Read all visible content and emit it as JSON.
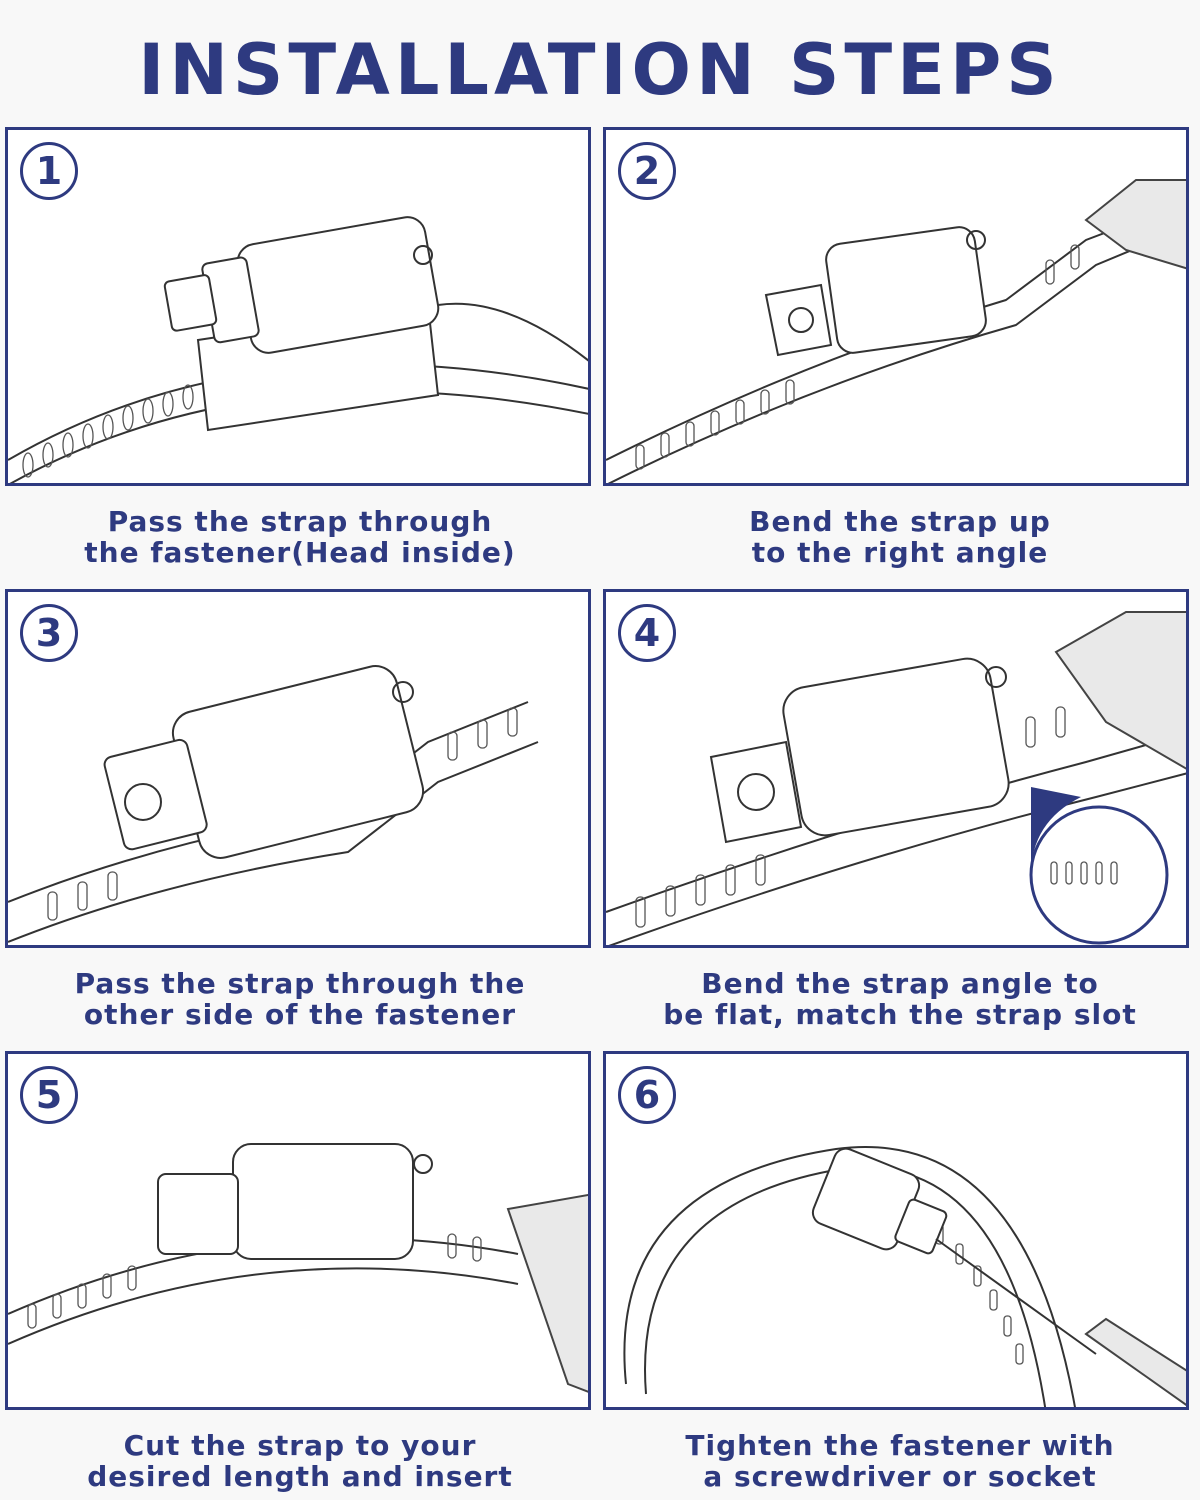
{
  "title": "INSTALLATION STEPS",
  "steps": [
    {
      "number": "1",
      "line1": "Pass the strap through",
      "line2": "the fastener(Head inside)"
    },
    {
      "number": "2",
      "line1": "Bend the strap up",
      "line2": "to the right angle"
    },
    {
      "number": "3",
      "line1": "Pass the strap through the",
      "line2": "other side of the fastener"
    },
    {
      "number": "4",
      "line1": "Bend the strap angle to",
      "line2": "be flat, match the strap slot"
    },
    {
      "number": "5",
      "line1": "Cut the strap to your",
      "line2": "desired length and insert"
    },
    {
      "number": "6",
      "line1": "Tighten the fastener with",
      "line2": "a screwdriver or socket"
    }
  ],
  "colors": {
    "accent": "#2e3a80",
    "background": "#f8f8f8",
    "panel": "#ffffff"
  }
}
